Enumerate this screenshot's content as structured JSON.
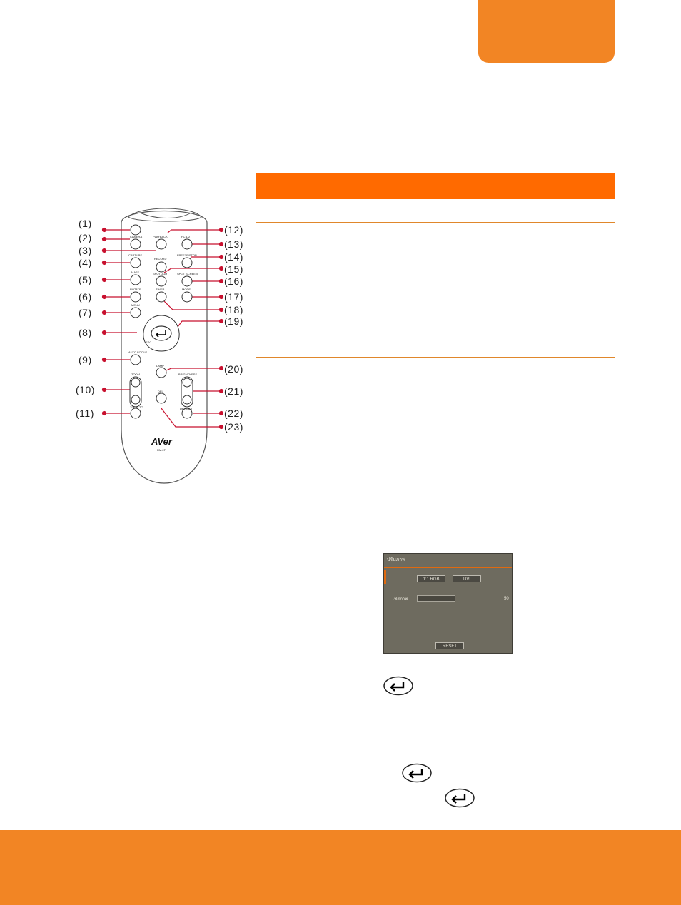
{
  "remote": {
    "callouts": [
      "(1)",
      "(2)",
      "(3)",
      "(4)",
      "(5)",
      "(6)",
      "(7)",
      "(8)",
      "(9)",
      "(10)",
      "(11)",
      "(12)",
      "(13)",
      "(14)",
      "(15)",
      "(16)",
      "(17)",
      "(18)",
      "(19)",
      "(20)",
      "(21)",
      "(22)",
      "(23)"
    ],
    "brand": "AVer",
    "model": "RM-LT",
    "button_labels": [
      "CAMERA",
      "PLAYBACK",
      "PC 1/2",
      "RECORD",
      "FREEZE/STOP",
      "CAPTURE",
      "SPOTLIGHT",
      "SPLIT SCREEN",
      "MASK",
      "ROTATE",
      "TIMER",
      "MODE",
      "MENU",
      "ESC",
      "AUTO FOCUS",
      "ZOOM",
      "LAMP",
      "DEL",
      "BRIGHTNESS",
      "DEFAULT",
      "ZOOM TO"
    ]
  },
  "screen": {
    "title": "ปรับภาพ",
    "tab1": "1:1 RGB",
    "tab2": "DVI",
    "field_label": "เฟสภาพ",
    "field_value": "50",
    "footer_button": "RESET"
  },
  "colors": {
    "accent": "#f28524",
    "header": "#ff6a00",
    "rule": "#e0872b"
  }
}
